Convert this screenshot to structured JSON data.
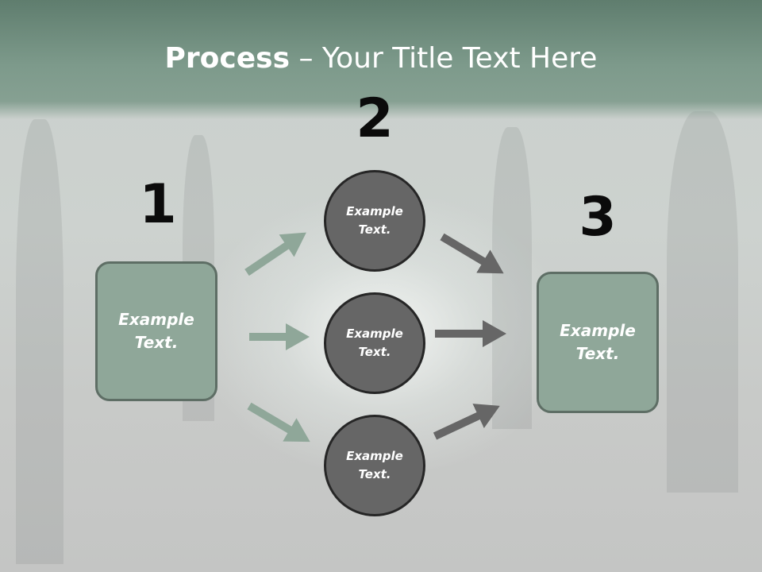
{
  "slide": {
    "title_bold": "Process",
    "title_rest": " – Your Title Text Here"
  },
  "steps": [
    {
      "number": "1",
      "label": "Example\nText."
    },
    {
      "number": "2"
    },
    {
      "number": "3",
      "label": "Example\nText."
    }
  ],
  "circles": [
    {
      "label": "Example\nText."
    },
    {
      "label": "Example\nText."
    },
    {
      "label": "Example\nText."
    }
  ],
  "colors": {
    "header": "#7d9a8b",
    "box_fill": "#8fa799",
    "circle_fill": "#666666",
    "arrow_green": "#8fa799",
    "arrow_gray": "#666666"
  }
}
